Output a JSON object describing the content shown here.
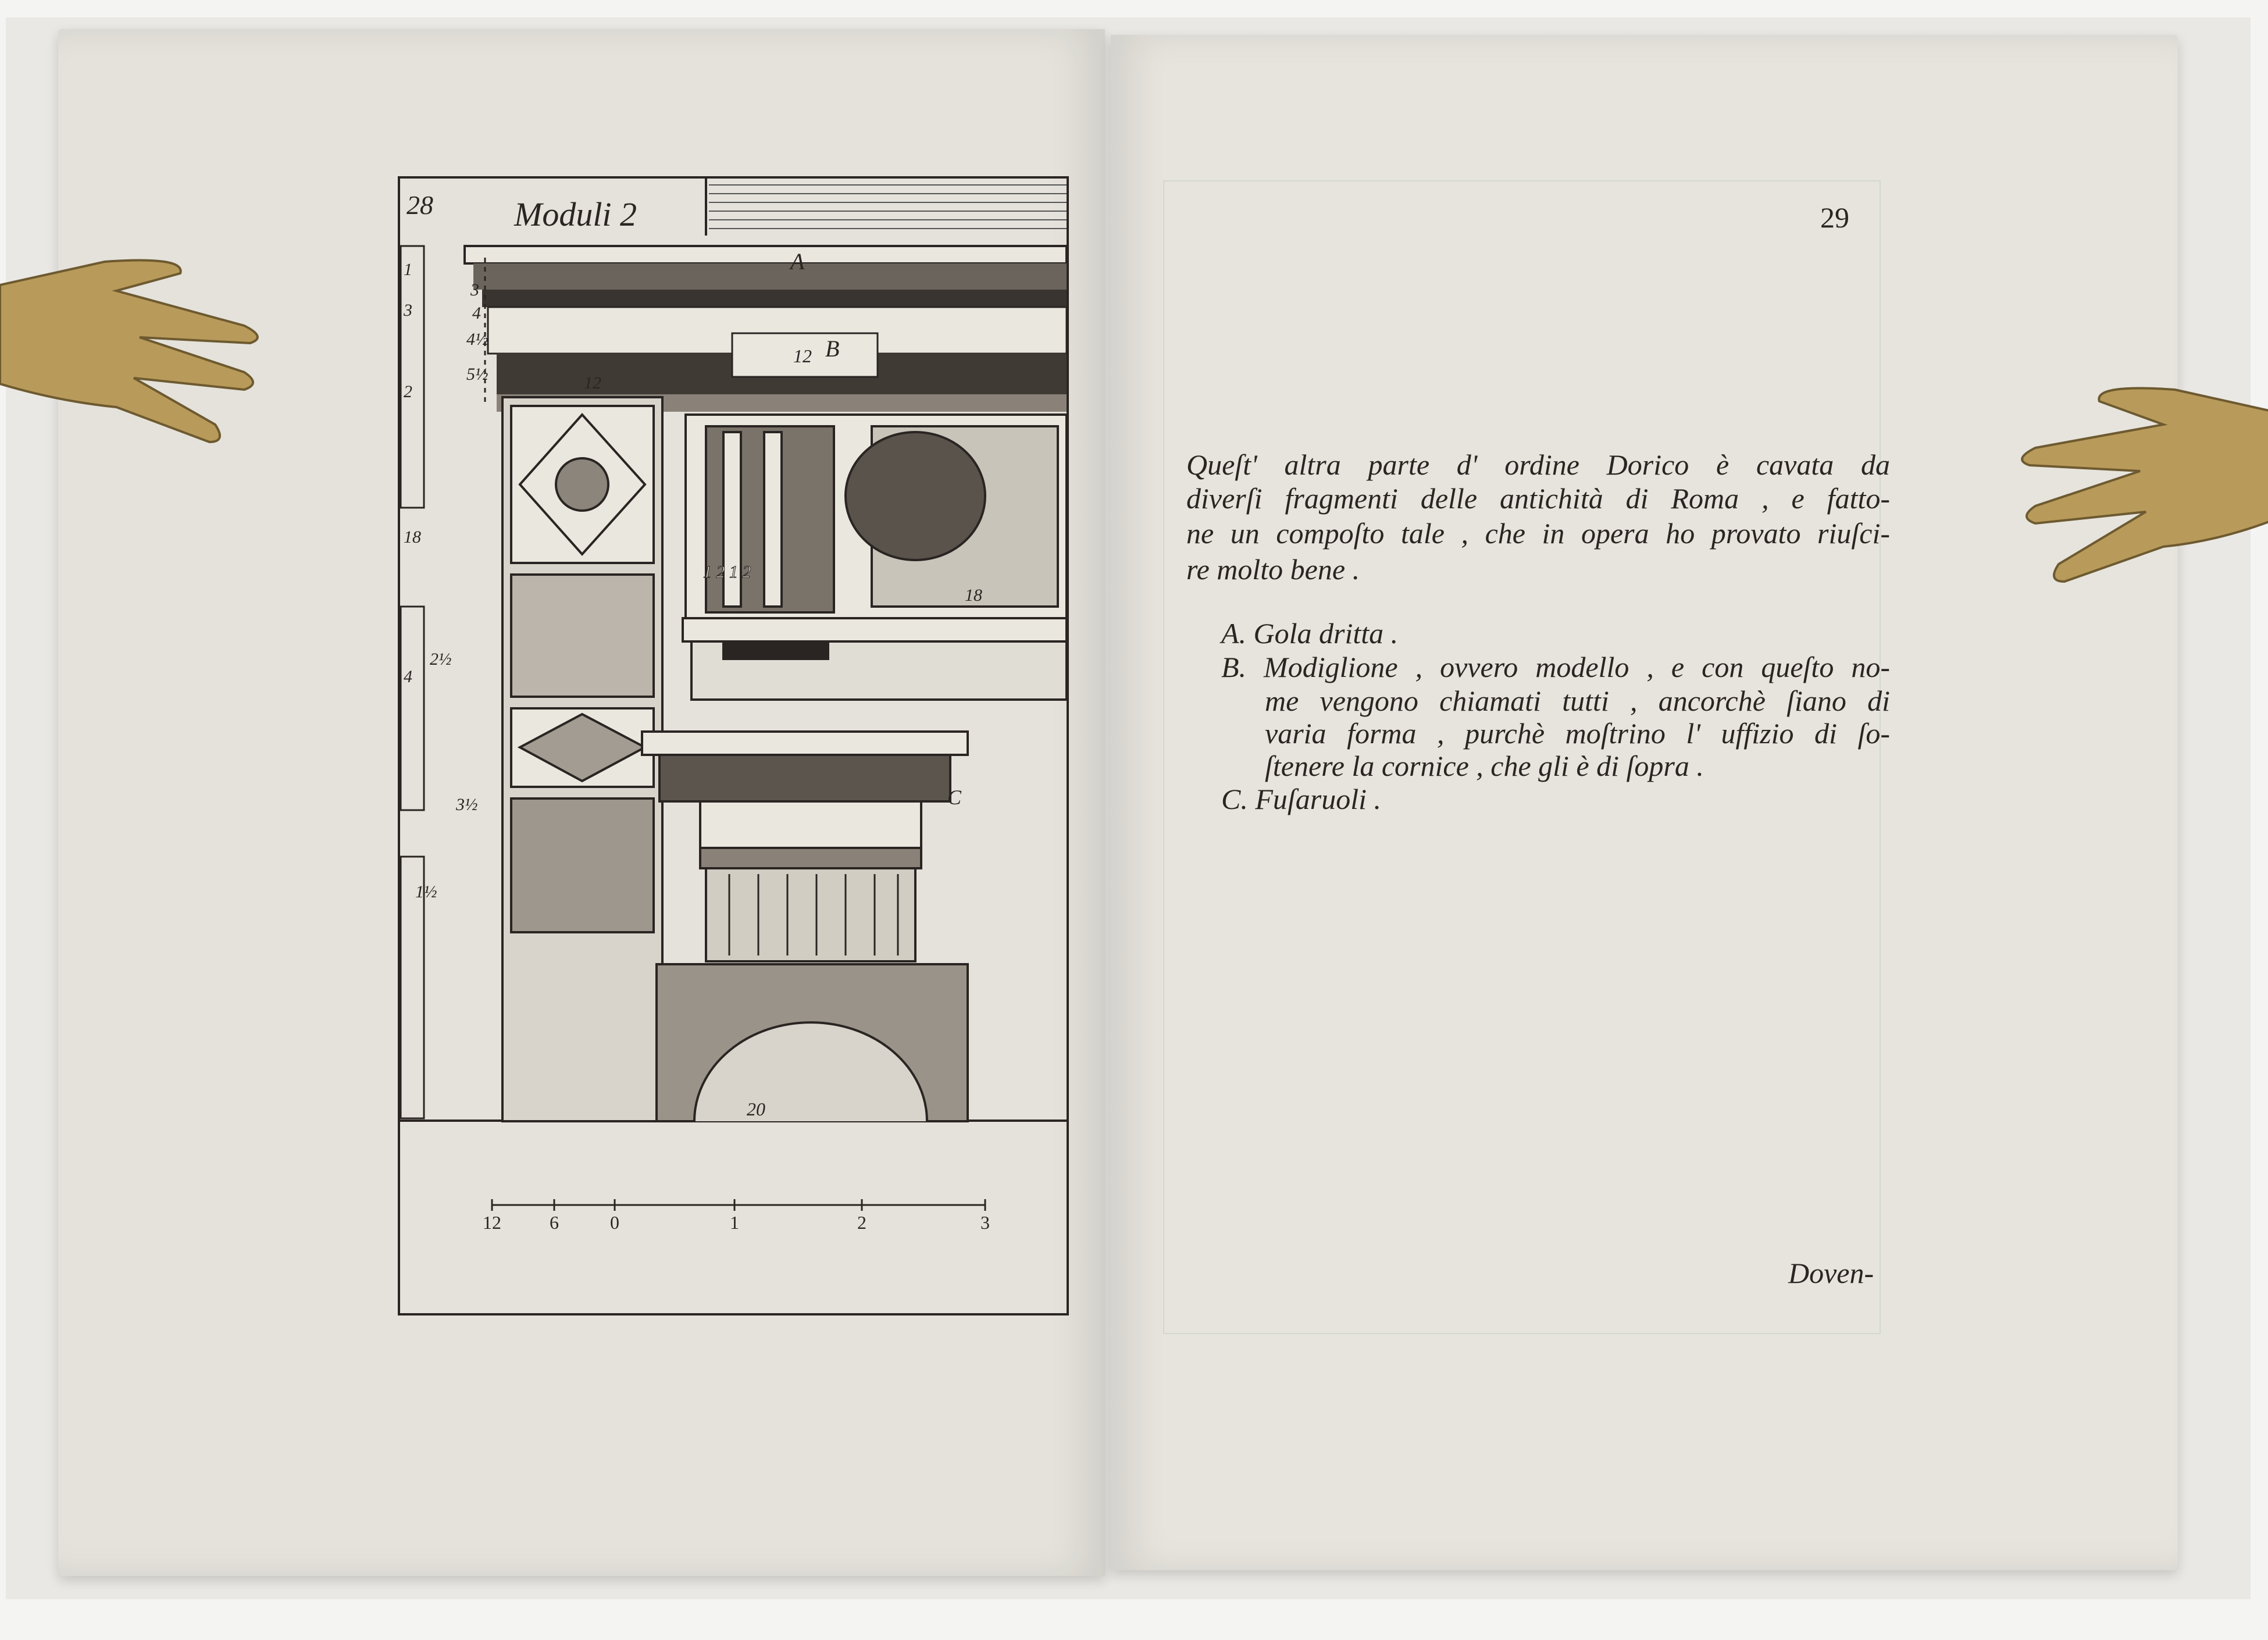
{
  "left_page": {
    "plate": {
      "page_number": "28",
      "title": "Moduli 2",
      "labels": {
        "a": "A",
        "b": "B",
        "c": "C",
        "modiglione_width": "12",
        "dentil_width": "12",
        "metope": "18",
        "triglyph": "1 2 1 2",
        "pedestal": "20"
      },
      "measures": [
        "3",
        "4",
        "4½",
        "5½",
        "1",
        "2",
        "3",
        "2½",
        "3½",
        "4",
        "18",
        "1½"
      ],
      "scale_labels": [
        "12",
        "6",
        "0",
        "1",
        "2",
        "3"
      ]
    }
  },
  "right_page": {
    "page_number": "29",
    "paragraph_lines": [
      "Queſt' altra parte d' ordine Dorico è cavata da",
      "diverſi fragmenti delle antichità di Roma , e fatto-",
      "ne un compoſto tale , che in opera ho provato riuſci-",
      "re molto bene ."
    ],
    "legend": [
      {
        "lines": [
          "A. Gola dritta ."
        ]
      },
      {
        "lines": [
          "B. Modiglione , ovvero modello , e con queſto no-",
          "me vengono chiamati tutti , ancorchè ſiano di",
          "varia forma , purchè moſtrino l' uffizio di ſo-",
          "ſtenere la cornice , che gli è di ſopra ."
        ]
      },
      {
        "lines": [
          "C. Fuſaruoli ."
        ]
      }
    ],
    "catchword": "Doven-"
  },
  "colors": {
    "paper": "#e6e4dd",
    "ink": "#2a2522",
    "brass": "#b89a5a"
  }
}
